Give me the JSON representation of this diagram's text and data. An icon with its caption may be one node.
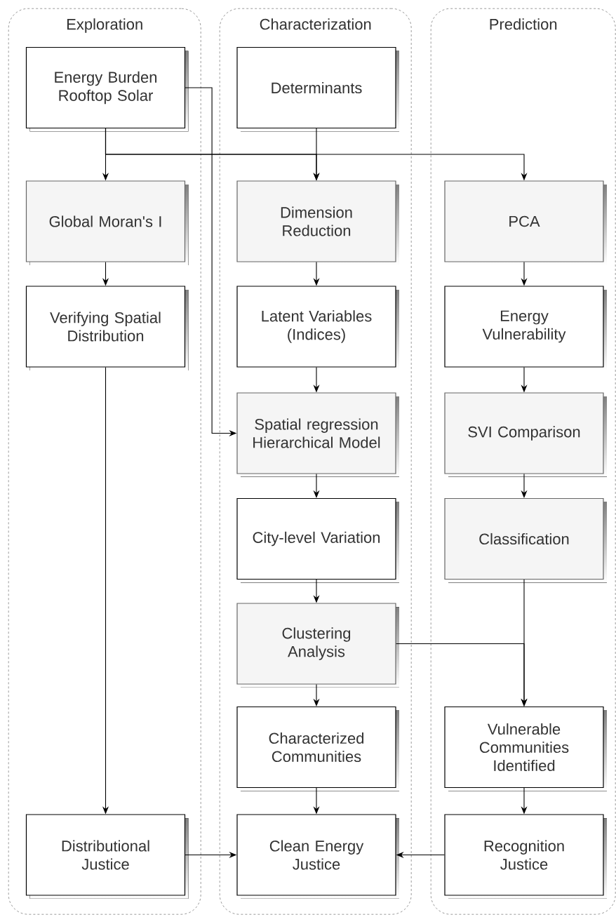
{
  "diagram": {
    "nodes": [
      {
        "text": [
          "Exploration"
        ]
      },
      {
        "text": [
          "Characterization"
        ]
      },
      {
        "text": [
          "Prediction"
        ]
      },
      {
        "text": [
          "Energy Burden Rooftop Solar"
        ],
        "in": 0
      },
      {
        "text": [
          "Global Moran's I"
        ],
        "in": 0
      },
      {
        "text": [
          "Verifying Spatial Distribution"
        ],
        "in": 0
      },
      {
        "text": [
          "Distributional Justice"
        ],
        "in": 0
      },
      {
        "text": [
          "Determinants"
        ],
        "in": 1
      },
      {
        "text": [
          "Dimension Reduction"
        ],
        "in": 1
      },
      {
        "text": [
          "Latent Variables (Indices)"
        ],
        "in": 1
      },
      {
        "text": [
          "Spatial regression Hierarchical Model"
        ],
        "in": 1
      },
      {
        "text": [
          "City-level Variation"
        ],
        "in": 1
      },
      {
        "text": [
          "Clustering Analysis"
        ],
        "in": 1
      },
      {
        "text": [
          "Characterized Communities"
        ],
        "in": 1
      },
      {
        "text": [
          "Clean Energy Justice"
        ],
        "in": 1
      },
      {
        "text": [
          "PCA"
        ],
        "in": 2
      },
      {
        "text": [
          "Energy Vulnerability"
        ],
        "in": 2
      },
      {
        "text": [
          "SVI Comparison"
        ],
        "in": 2
      },
      {
        "text": [
          "Classification"
        ],
        "in": 2
      },
      {
        "text": [
          "Vulnerable Communities Identified"
        ],
        "in": 2
      },
      {
        "text": [
          "Recognition Justice"
        ],
        "in": 2
      }
    ],
    "edges": [
      {
        "from": 3,
        "to": 4,
        "arrow": "to"
      },
      {
        "from": 3,
        "to": 8,
        "arrow": "to"
      },
      {
        "from": 3,
        "to": 15,
        "arrow": "to"
      },
      {
        "from": 7,
        "to": 8,
        "arrow": "to"
      },
      {
        "from": 3,
        "to": 10,
        "arrow": "to"
      },
      {
        "from": 4,
        "to": 5,
        "arrow": "to"
      },
      {
        "from": 5,
        "to": 6,
        "arrow": "to"
      },
      {
        "from": 8,
        "to": 9,
        "arrow": "to"
      },
      {
        "from": 9,
        "to": 10,
        "arrow": "to"
      },
      {
        "from": 10,
        "to": 11,
        "arrow": "to"
      },
      {
        "from": 11,
        "to": 12,
        "arrow": "to"
      },
      {
        "from": 12,
        "to": 13,
        "arrow": "to"
      },
      {
        "from": 13,
        "to": 14,
        "arrow": "to"
      },
      {
        "from": 15,
        "to": 16,
        "arrow": "to"
      },
      {
        "from": 16,
        "to": 17,
        "arrow": "to"
      },
      {
        "from": 17,
        "to": 18,
        "arrow": "to"
      },
      {
        "from": 18,
        "to": 19,
        "arrow": "to"
      },
      {
        "from": 12,
        "to": 19,
        "arrow": "to"
      },
      {
        "from": 19,
        "to": 20,
        "arrow": "to"
      },
      {
        "from": 6,
        "to": 14,
        "arrow": "to"
      },
      {
        "from": 20,
        "to": 14,
        "arrow": "to"
      }
    ]
  }
}
